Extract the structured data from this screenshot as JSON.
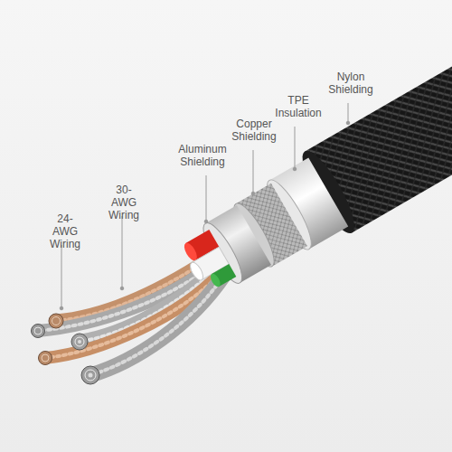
{
  "diagram": {
    "labels": [
      "24-AWG Wiring",
      "30-AWG Wiring",
      "Aluminum Shielding",
      "Copper Shielding",
      "TPE Insulation",
      "Nylon Shielding"
    ]
  }
}
